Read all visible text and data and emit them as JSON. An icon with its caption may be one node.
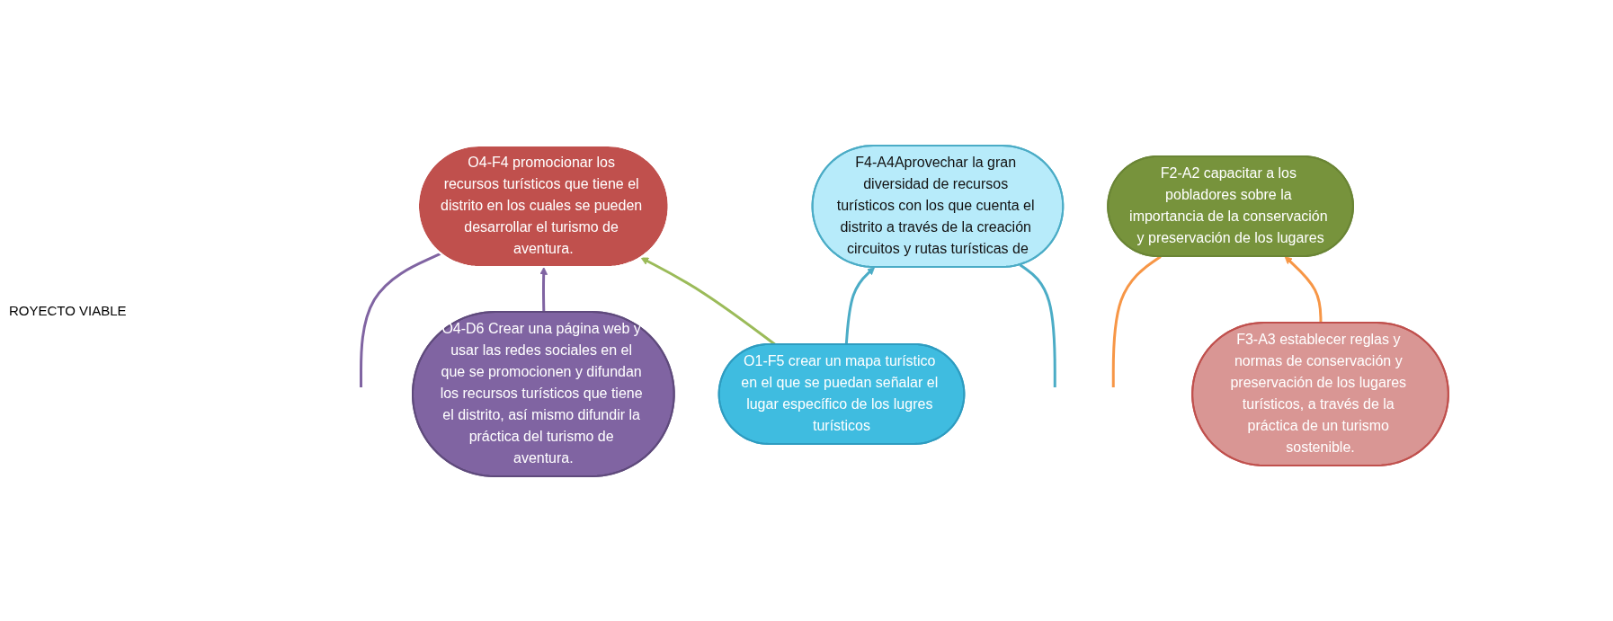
{
  "diagram": {
    "nodes": [
      {
        "text": [
          "O4-F4 promocionar los recursos turísticos que tiene el distrito en los cuales se pueden desarrollar el turismo de aventura."
        ]
      },
      {
        "text": [
          "F2-A2 capacitar a los pobladores sobre la importancia de la conservación y preservación de los lugares"
        ]
      },
      {
        "text": [
          "F4-A4Aprovechar la gran diversidad de recursos turísticos con los que cuenta el distrito a través de la creación circuitos y rutas turísticas de"
        ]
      },
      {
        "text": [
          "O1-F5 crear un mapa turístico en el que se puedan señalar el lugar específico de los lugres turísticos"
        ]
      },
      {
        "text": [
          "F3-A3 establecer reglas y normas de conservación y preservación de los lugares turísticos, a través de la práctica de un turismo sostenible."
        ]
      },
      {
        "text": [
          "O4-D6 Crear una página web y usar las redes sociales en el que se promocionen y difundan los recursos turísticos que tiene el distrito, así mismo difundir la práctica del turismo de aventura."
        ]
      }
    ],
    "edges": [
      {
        "from": null,
        "to": 0,
        "arrow": "none",
        "color": "#8064a2"
      },
      {
        "from": null,
        "to": 1,
        "arrow": "none",
        "color": "#f79646"
      },
      {
        "from": null,
        "to": 2,
        "arrow": "none",
        "color": "#4bacc6"
      },
      {
        "from": 3,
        "to": 0,
        "arrow": "to",
        "color": "#9bbb59"
      },
      {
        "from": 3,
        "to": 2,
        "arrow": "to",
        "color": "#4bacc6"
      },
      {
        "from": 4,
        "to": 1,
        "arrow": "to",
        "color": "#f79646"
      },
      {
        "from": 5,
        "to": 0,
        "arrow": "to",
        "color": "#8064a2"
      }
    ],
    "labels": [
      "ROYECTO VIABLE"
    ]
  }
}
